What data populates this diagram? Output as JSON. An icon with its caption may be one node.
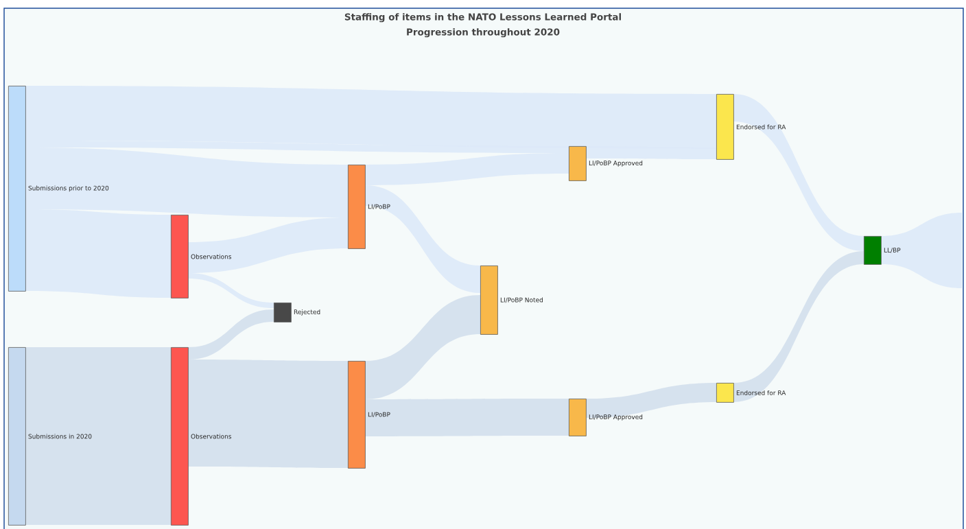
{
  "diagram": {
    "title": "Staffing of items in the NATO Lessons Learned Portal",
    "nodes": [
      {
        "text": [
          "Submissions prior to 2020"
        ]
      },
      {
        "text": [
          "Submissions in 2020"
        ]
      },
      {
        "text": [
          "Observations"
        ]
      },
      {
        "text": [
          "Observations"
        ]
      },
      {
        "text": [
          "Rejected"
        ]
      },
      {
        "text": [
          "LI/PoBP"
        ]
      },
      {
        "text": [
          "LI/PoBP"
        ]
      },
      {
        "text": [
          "LI/PoBP Noted"
        ]
      },
      {
        "text": [
          "LI/PoBP Approved"
        ]
      },
      {
        "text": [
          "LI/PoBP Approved"
        ]
      },
      {
        "text": [
          "Endorsed for RA"
        ]
      },
      {
        "text": [
          "Endorsed for RA"
        ]
      },
      {
        "text": [
          "LL/BP"
        ]
      }
    ],
    "edges": [
      {
        "from": 0,
        "to": 10,
        "arrow": "none"
      },
      {
        "from": 0,
        "to": 8,
        "arrow": "none"
      },
      {
        "from": 0,
        "to": 5,
        "arrow": "none"
      },
      {
        "from": 0,
        "to": 2,
        "arrow": "none"
      },
      {
        "from": 2,
        "to": 5,
        "arrow": "none"
      },
      {
        "from": 2,
        "to": 4,
        "arrow": "none"
      },
      {
        "from": 5,
        "to": 8,
        "arrow": "none"
      },
      {
        "from": 5,
        "to": 7,
        "arrow": "none"
      },
      {
        "from": 8,
        "to": 10,
        "arrow": "none"
      },
      {
        "from": 10,
        "to": 12,
        "arrow": "none"
      },
      {
        "from": 1,
        "to": 3,
        "arrow": "none",
        "color": "#d3dfec"
      },
      {
        "from": 3,
        "to": 4,
        "arrow": "none",
        "color": "#d3dfec"
      },
      {
        "from": 3,
        "to": 6,
        "arrow": "none",
        "color": "#d3dfec"
      },
      {
        "from": 6,
        "to": 7,
        "arrow": "none",
        "color": "#d3dfec"
      },
      {
        "from": 6,
        "to": 9,
        "arrow": "none",
        "color": "#d3dfec"
      },
      {
        "from": 9,
        "to": 11,
        "arrow": "none",
        "color": "#d3dfec"
      },
      {
        "from": 11,
        "to": 12,
        "arrow": "none",
        "color": "#d3dfec"
      },
      {
        "from": 12,
        "to": null,
        "arrow": "none"
      }
    ],
    "labels": [
      "Progression throughout 2020"
    ]
  }
}
